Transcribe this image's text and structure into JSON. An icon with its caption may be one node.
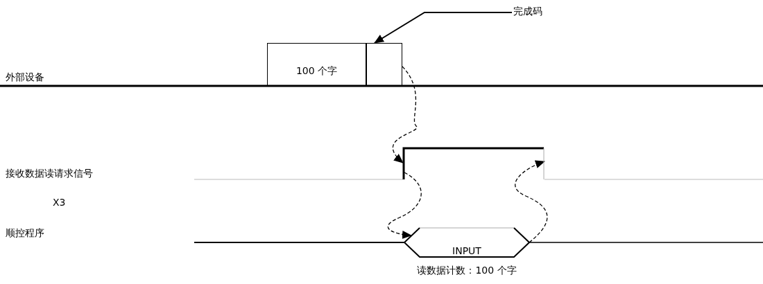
{
  "diagram": {
    "nodes": [
      {
        "text": [
          "100 个字"
        ]
      },
      {
        "text": [],
        "shape": "box"
      },
      {
        "text": [
          "完成码"
        ]
      },
      {
        "text": [],
        "shape": "bar"
      },
      {
        "text": [
          "INPUT"
        ],
        "beside": [
          "读数据计数：100 个字"
        ]
      }
    ],
    "edges": [
      {
        "from": 1,
        "to": 3,
        "arrow": "to",
        "style": "dashed"
      },
      {
        "from": 3,
        "to": 4,
        "arrow": "to",
        "style": "dashed"
      },
      {
        "from": 4,
        "to": 3,
        "arrow": "to",
        "style": "dashed"
      },
      {
        "from": 2,
        "to": 1,
        "arrow": "to"
      }
    ],
    "labels": [
      "外部设备",
      "接收数据读请求信号",
      "X3",
      "顺控程序"
    ]
  }
}
